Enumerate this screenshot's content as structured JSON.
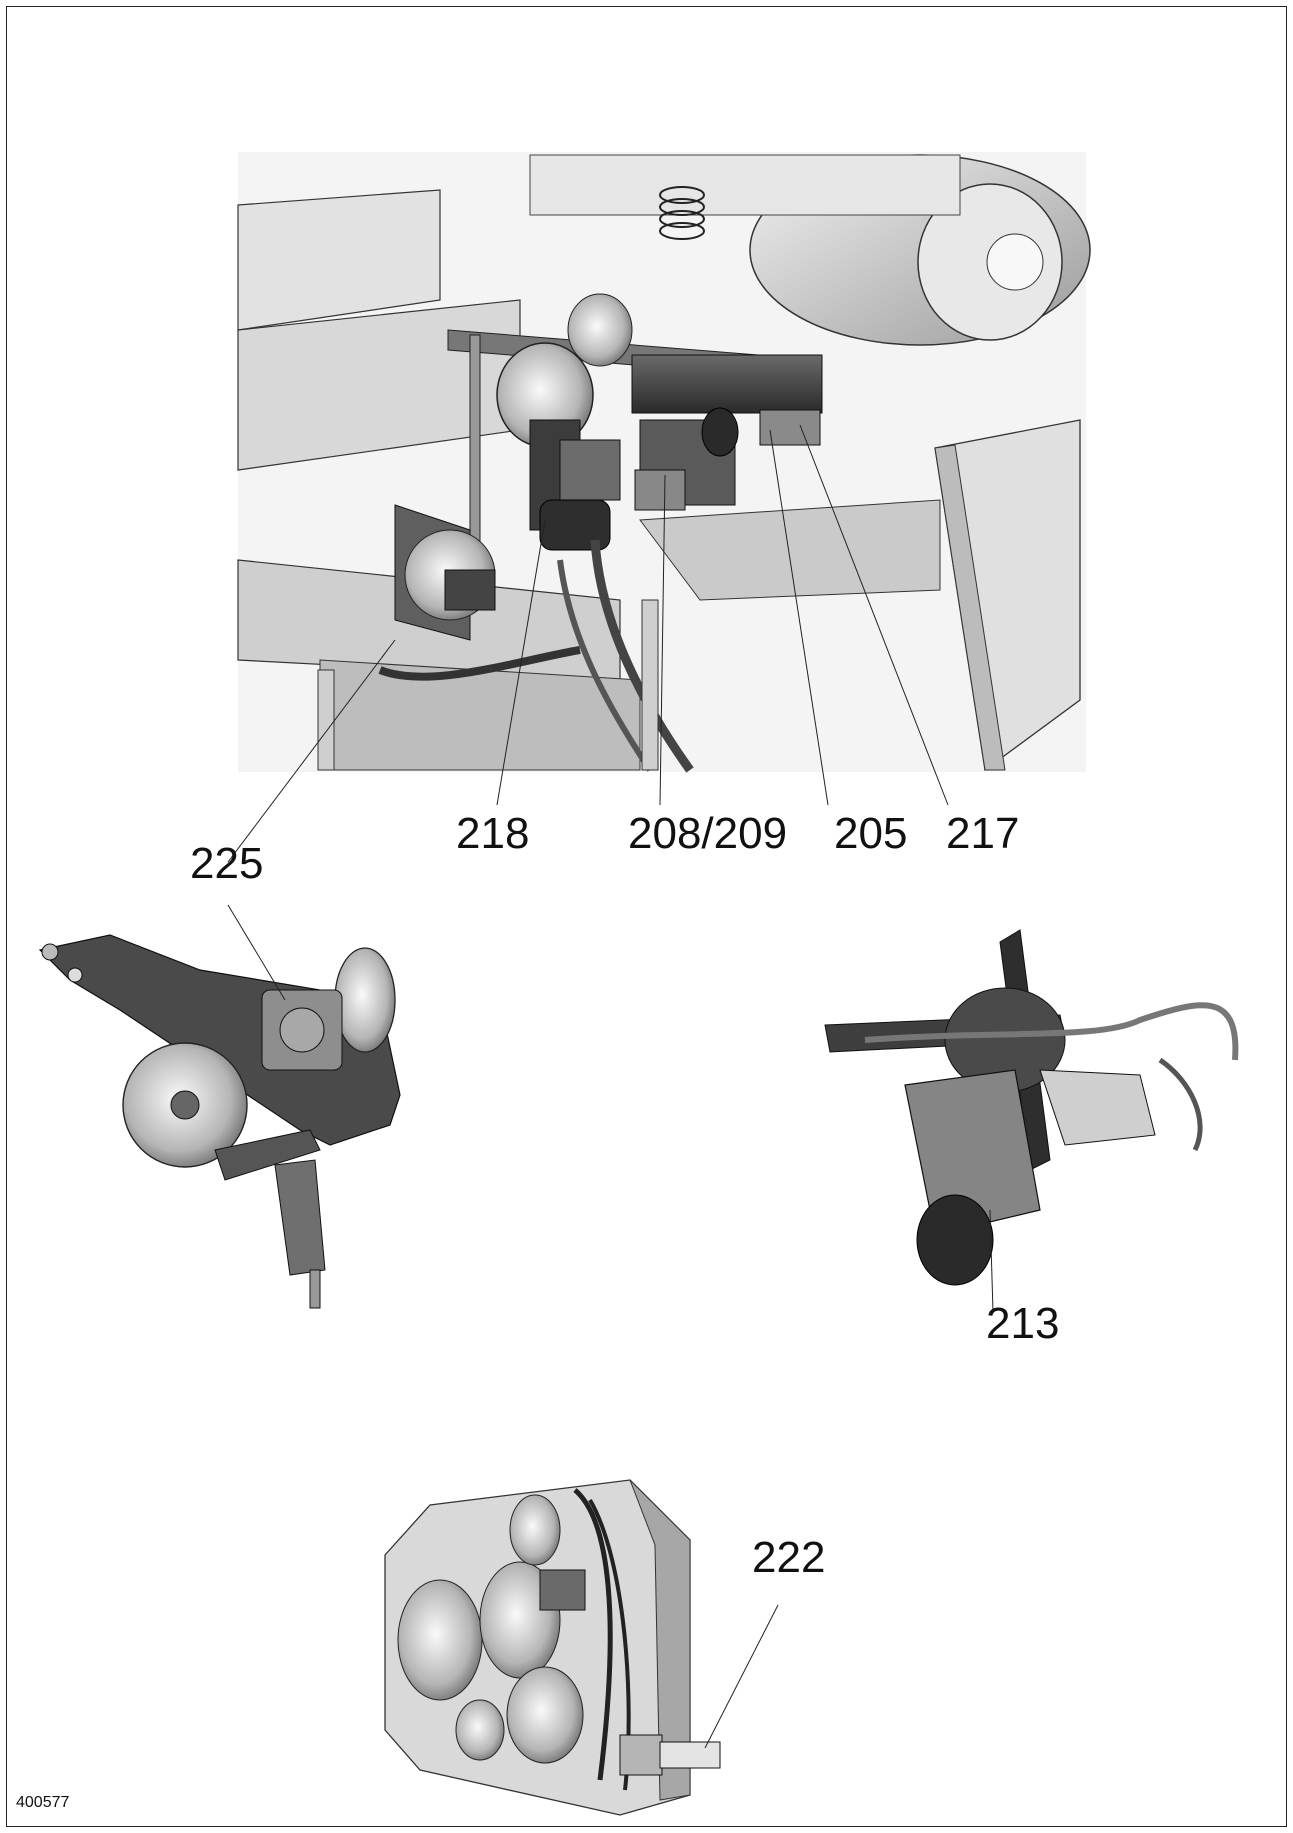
{
  "drawing_number": "400577",
  "callouts": [
    {
      "id": "c218",
      "text": "218"
    },
    {
      "id": "c208",
      "text": "208/209"
    },
    {
      "id": "c205",
      "text": "205"
    },
    {
      "id": "c217",
      "text": "217"
    },
    {
      "id": "c225",
      "text": "225"
    },
    {
      "id": "c213",
      "text": "213"
    },
    {
      "id": "c222",
      "text": "222"
    }
  ],
  "colors": {
    "ink": "#111111",
    "steel_dark": "#3a3a3a",
    "steel_mid": "#8a8a8a",
    "steel_light": "#d4d4d4"
  }
}
